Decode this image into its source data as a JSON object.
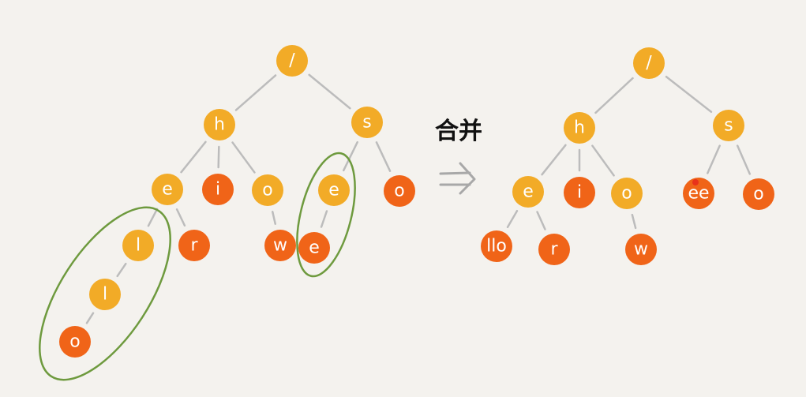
{
  "colors": {
    "background": "#f4f2ee",
    "yellow_node": "#f2ab27",
    "orange_node": "#f06418",
    "edge": "#bcbcbc",
    "highlight_ellipse": "#6e9a3e",
    "arrow": "#a8a8a8"
  },
  "caption": "合并",
  "arrow_icon": "double-arrow-right",
  "left_tree": {
    "nodes": {
      "root": "/",
      "h": "h",
      "s": "s",
      "he": "e",
      "hi": "i",
      "ho": "o",
      "se": "e",
      "so": "o",
      "hel": "l",
      "her": "r",
      "how": "w",
      "see": "e",
      "hell": "l",
      "hello": "o"
    }
  },
  "right_tree": {
    "nodes": {
      "root": "/",
      "h": "h",
      "s": "s",
      "he": "e",
      "hi": "i",
      "ho": "o",
      "see": "ee",
      "so": "o",
      "hello": "llo",
      "her": "r",
      "how": "w"
    }
  }
}
